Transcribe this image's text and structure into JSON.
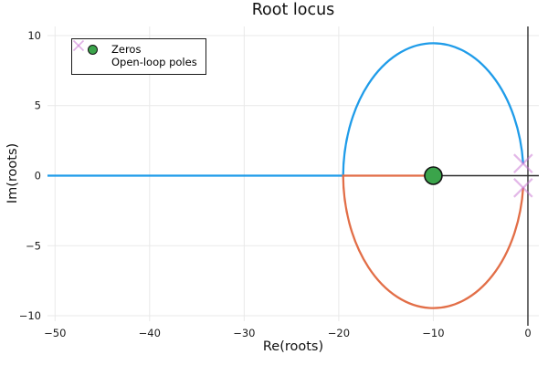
{
  "chart_data": {
    "type": "line",
    "title": "Root locus",
    "xlabel": "Re(roots)",
    "ylabel": "Im(roots)",
    "xlim": [
      -50.8,
      1.16
    ],
    "ylim": [
      -10.39,
      10.65
    ],
    "grid": true,
    "zero_lines": true,
    "xticks": {
      "values": [
        -50,
        -40,
        -30,
        -20,
        -10,
        0
      ],
      "labels": [
        "−50",
        "−40",
        "−30",
        "−20",
        "−10",
        "0"
      ]
    },
    "yticks": {
      "values": [
        -10,
        -5,
        0,
        5,
        10
      ],
      "labels": [
        "−10",
        "−5",
        "0",
        "5",
        "10"
      ]
    },
    "legend": {
      "position": "top-left",
      "entries": [
        {
          "label": "Zeros",
          "marker": "circle",
          "color": "#3BA44B"
        },
        {
          "label": "Open-loop poles",
          "marker": "x",
          "color": "#C771D2"
        }
      ]
    },
    "series": [
      {
        "name": "locus-branch-1",
        "color": "#1F9CE9",
        "segments": [
          {
            "kind": "line",
            "from": [
              -50.8,
              0
            ],
            "to": [
              -19.54,
              0
            ]
          },
          {
            "kind": "arc",
            "center": [
              -10,
              0
            ],
            "radius": 9.54,
            "through": "top",
            "end": [
              -0.5,
              0.866
            ]
          }
        ]
      },
      {
        "name": "locus-branch-2",
        "color": "#E26E47",
        "segments": [
          {
            "kind": "arc",
            "start": [
              -0.5,
              -0.866
            ],
            "center": [
              -10,
              0
            ],
            "radius": 9.54,
            "through": "bottom",
            "end": [
              -19.54,
              0
            ]
          },
          {
            "kind": "line",
            "from": [
              -19.54,
              0
            ],
            "to": [
              -10,
              0
            ]
          }
        ]
      }
    ],
    "markers": {
      "zeros": {
        "shape": "circle",
        "color": "#3BA44B",
        "points": [
          [
            -10,
            0
          ]
        ]
      },
      "open_loop_poles": {
        "shape": "x",
        "color": "#C771D2",
        "points": [
          [
            -0.5,
            0.866
          ],
          [
            -0.5,
            -0.866
          ]
        ]
      }
    },
    "break_in_point": [
      -19.54,
      0
    ]
  }
}
